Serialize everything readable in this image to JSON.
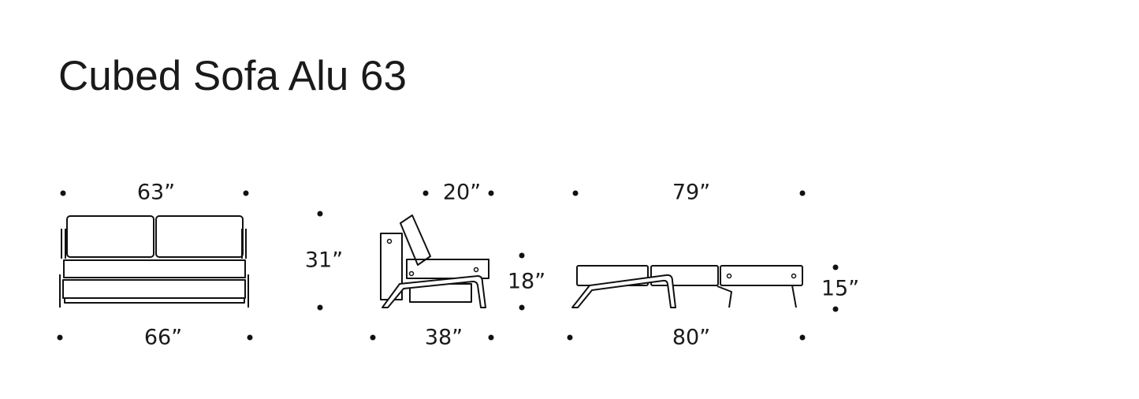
{
  "title": "Cubed Sofa Alu 63",
  "dimensions": {
    "front_top_width": "63”",
    "front_bottom_width": "66”",
    "height": "31”",
    "side_seat_depth": "20”",
    "side_depth": "38”",
    "seat_height": "18”",
    "bed_top_length": "79”",
    "bed_bottom_length": "80”",
    "bed_height": "15”"
  }
}
